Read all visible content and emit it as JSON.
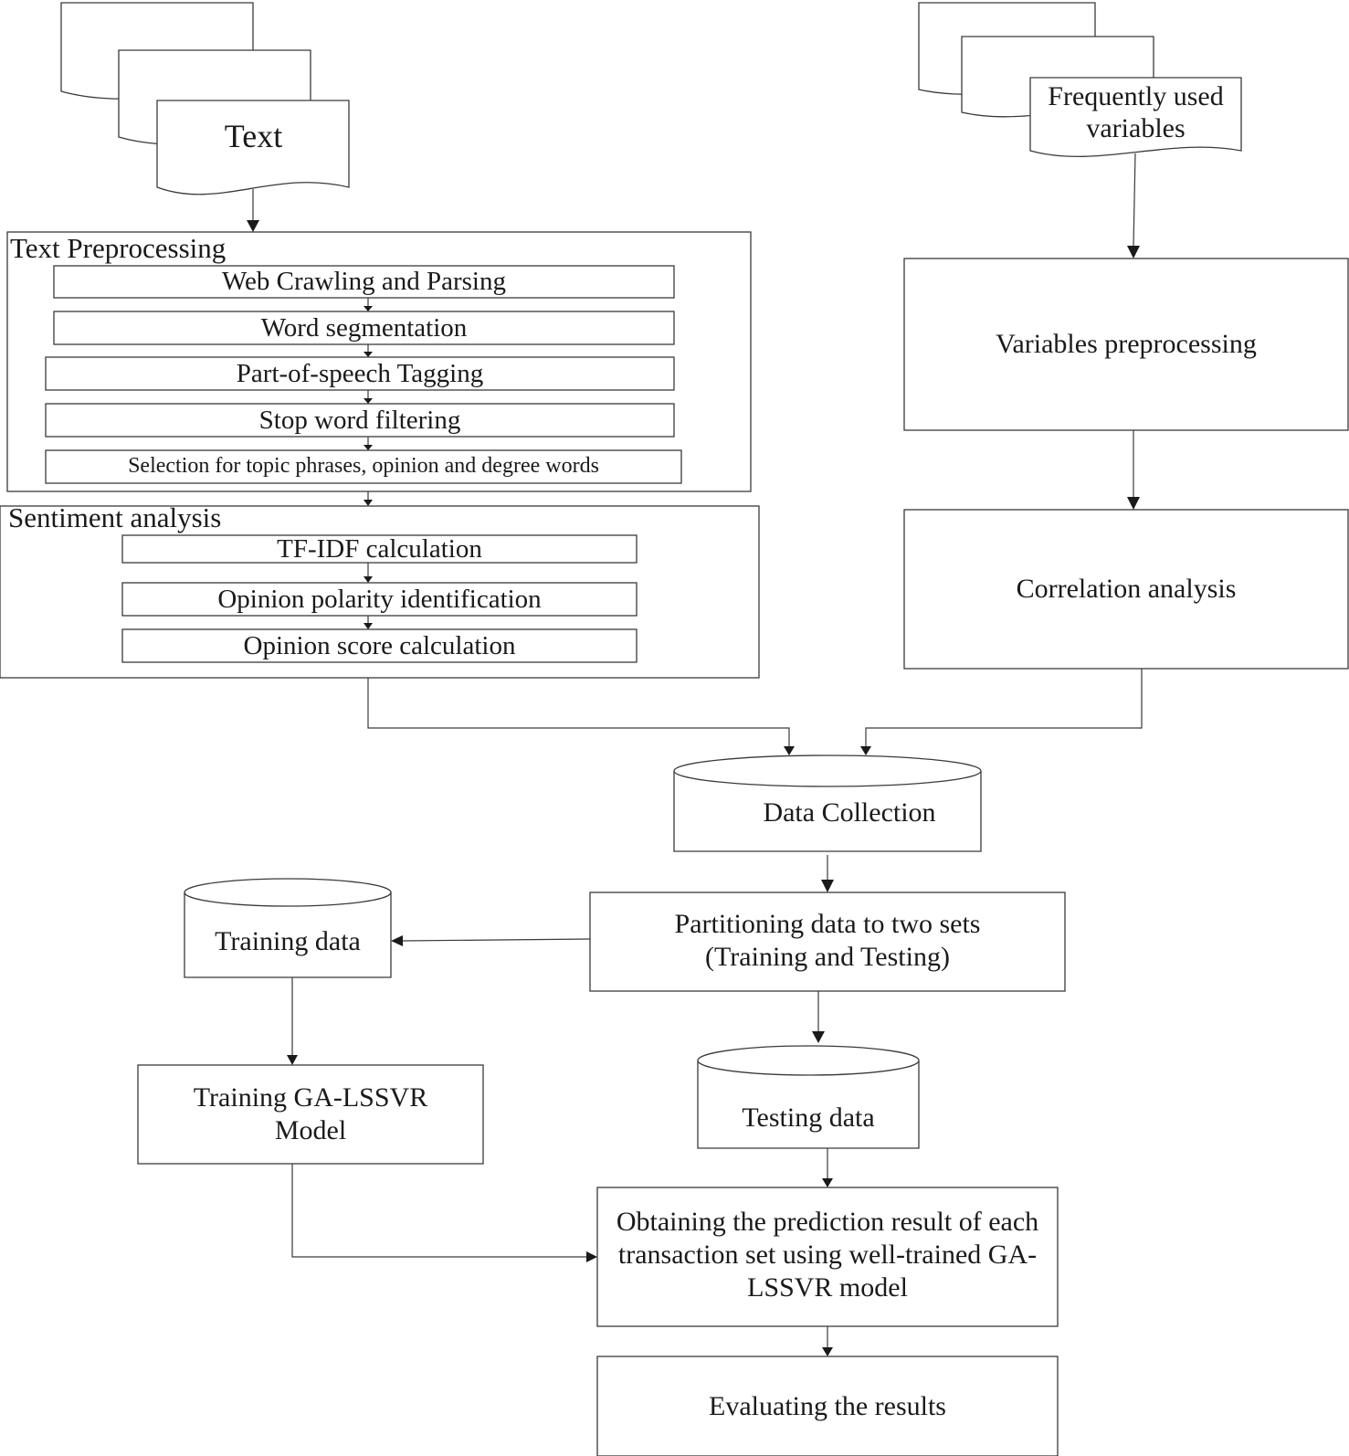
{
  "documents": {
    "text": "Text",
    "variables": "Frequently used variables"
  },
  "groups": {
    "text_preprocessing": "Text Preprocessing",
    "sentiment_analysis": "Sentiment analysis"
  },
  "text_preprocessing_steps": {
    "crawl": "Web Crawling and Parsing",
    "segment": "Word segmentation",
    "pos": "Part-of-speech Tagging",
    "stop": "Stop word filtering",
    "select": "Selection for topic phrases, opinion and degree words"
  },
  "sentiment_steps": {
    "tfidf": "TF-IDF calculation",
    "polarity": "Opinion polarity identification",
    "score": "Opinion score calculation"
  },
  "processes": {
    "variables_preprocessing": "Variables preprocessing",
    "correlation": "Correlation analysis",
    "partition": "Partitioning data to two sets (Training and Testing)",
    "train_model": "Training GA-LSSVR Model",
    "predict": "Obtaining the prediction result of each transaction set using well-trained GA-LSSVR model",
    "evaluate": "Evaluating the results"
  },
  "datastores": {
    "data_collection": "Data Collection",
    "training_data": "Training data",
    "testing_data": "Testing data"
  }
}
